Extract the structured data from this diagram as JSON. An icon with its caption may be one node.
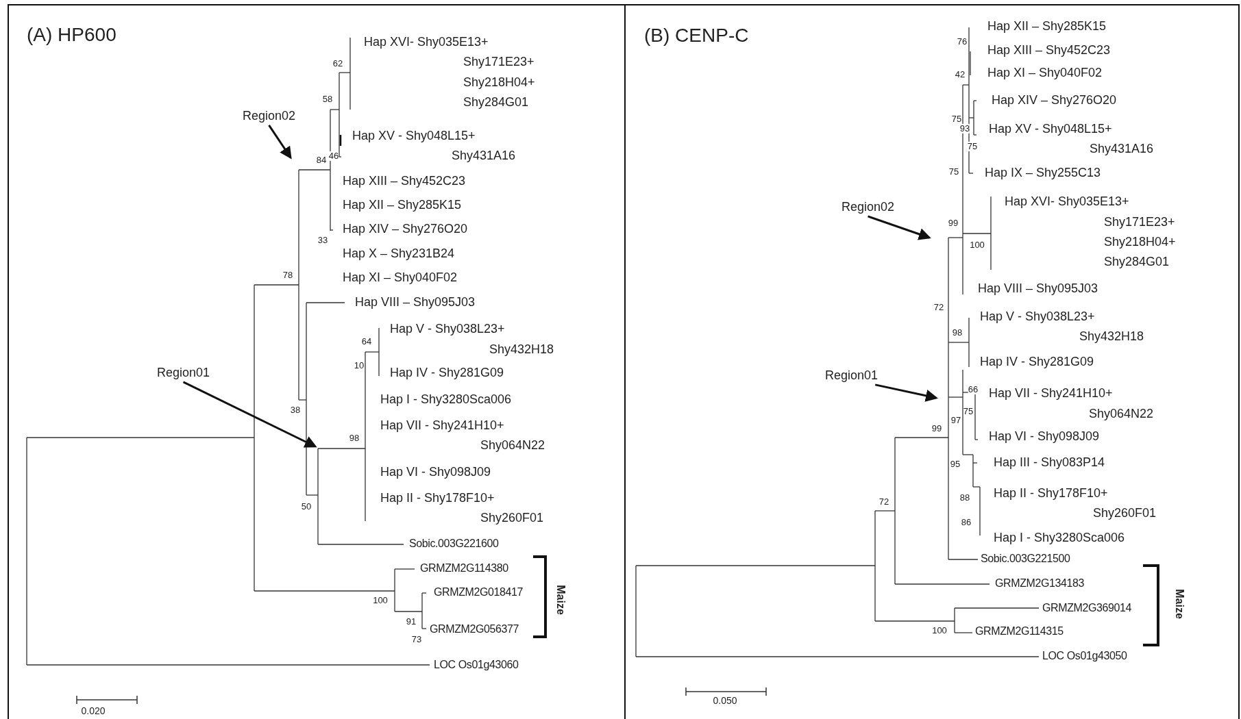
{
  "diagram": {
    "nodes": [
      {
        "text": [
          "Region02"
        ]
      },
      {
        "text": [
          "Region01"
        ]
      },
      {
        "text": [
          "Region02"
        ]
      },
      {
        "text": [
          "Region01"
        ]
      }
    ],
    "edges": [
      {
        "from": 0,
        "to": null,
        "arrow": "to"
      },
      {
        "from": 1,
        "to": null,
        "arrow": "to"
      },
      {
        "from": 2,
        "to": null,
        "arrow": "to"
      },
      {
        "from": 3,
        "to": null,
        "arrow": "to"
      }
    ],
    "labels": [
      "(A) HP600",
      "Hap XVI- Shy035E13+",
      "62",
      "Shy171E23+",
      "Shy218H04+",
      "58",
      "Shy284G01",
      "Hap XV - Shy048L15+",
      "46",
      "84",
      "Shy431A16",
      "Hap XIII – Shy452C23",
      "Hap XII – Shy285K15",
      "Hap XIV – Shy276O20",
      "33",
      "Hap X – Shy231B24",
      "78",
      "Hap XI – Shy040F02",
      "Hap VIII – Shy095J03",
      "Hap V - Shy038L23+",
      "64",
      "Shy432H18",
      "10",
      "Hap IV - Shy281G09",
      "Hap I - Shy3280Sca006",
      "38",
      "Hap VII - Shy241H10+",
      "98",
      "Shy064N22",
      "Hap VI - Shy098J09",
      "Hap II - Shy178F10+",
      "50",
      "Shy260F01",
      "Sobic.003G221600",
      "GRMZM2G114380",
      "GRMZM2G018417",
      "Maize",
      "100",
      "91",
      "GRMZM2G056377",
      "73",
      "LOC Os01g43060",
      "0.020",
      "(B) CENP-C",
      "Hap XII – Shy285K15",
      "76",
      "Hap XIII – Shy452C23",
      "Hap XI – Shy040F02",
      "42",
      "Hap XIV – Shy276O20",
      "75",
      "93",
      "Hap XV - Shy048L15+",
      "75",
      "Shy431A16",
      "75",
      "Hap IX – Shy255C13",
      "Hap XVI- Shy035E13+",
      "Shy171E23+",
      "99",
      "Shy218H04+",
      "100",
      "Shy284G01",
      "Hap VIII – Shy095J03",
      "72",
      "Hap V - Shy038L23+",
      "98",
      "Shy432H18",
      "Hap IV - Shy281G09",
      "66",
      "Hap VII - Shy241H10+",
      "97",
      "75",
      "Shy064N22",
      "99",
      "Hap VI - Shy098J09",
      "Hap III - Shy083P14",
      "95",
      "Hap II - Shy178F10+",
      "88",
      "72",
      "Shy260F01",
      "86",
      "Hap I - Shy3280Sca006",
      "Sobic.003G221500",
      "GRMZM2G134183",
      "Maize",
      "GRMZM2G369014",
      "100",
      "GRMZM2G114315",
      "LOC Os01g43050",
      "0.050"
    ]
  }
}
